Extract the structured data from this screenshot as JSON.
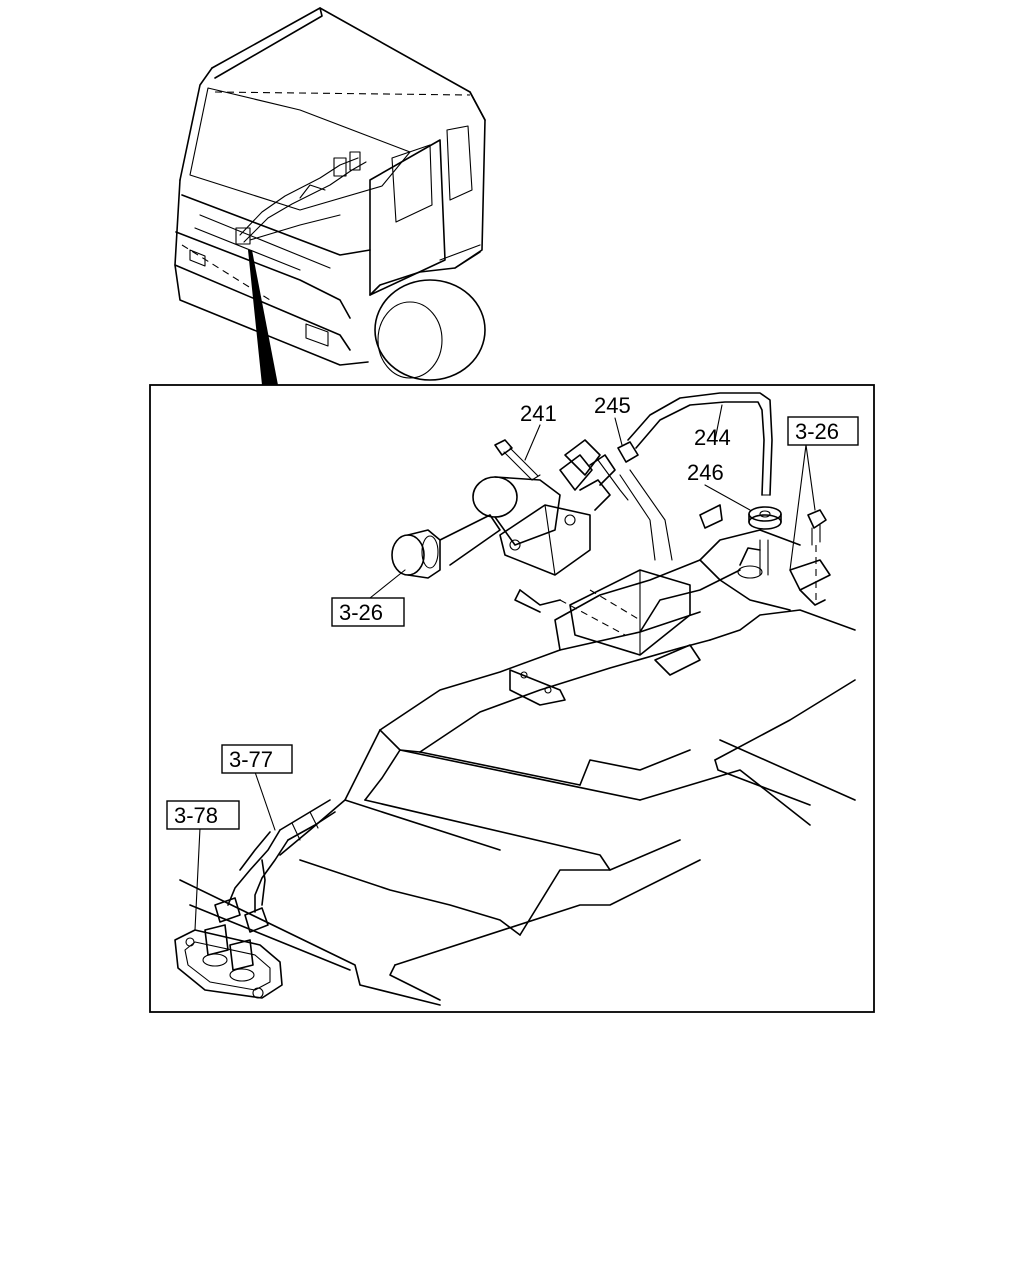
{
  "callouts": [
    {
      "id": "241",
      "text": "241"
    },
    {
      "id": "245",
      "text": "245"
    },
    {
      "id": "244",
      "text": "244"
    },
    {
      "id": "246",
      "text": "246"
    }
  ],
  "references": [
    {
      "id": "ref_top_right",
      "text": "3-26"
    },
    {
      "id": "ref_left",
      "text": "3-26"
    },
    {
      "id": "ref_77",
      "text": "3-77"
    },
    {
      "id": "ref_78",
      "text": "3-78"
    }
  ]
}
